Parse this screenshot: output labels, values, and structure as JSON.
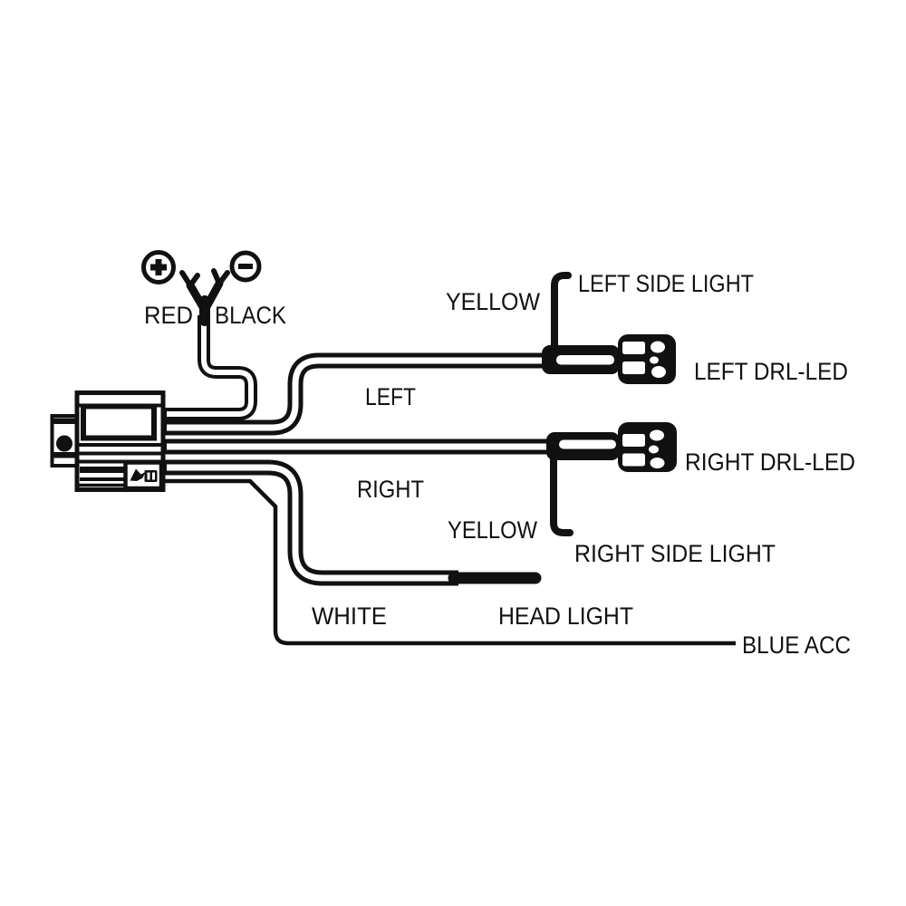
{
  "background": "#ffffff",
  "ink": "#111111",
  "icons": {
    "plus-terminal-icon": "+",
    "minus-terminal-icon": "−"
  },
  "labels": {
    "red": "RED",
    "black": "BLACK",
    "yellow_left": "YELLOW",
    "left_side_light": "LEFT SIDE LIGHT",
    "left_drl_led": "LEFT DRL-LED",
    "left": "LEFT",
    "right": "RIGHT",
    "right_drl_led": "RIGHT DRL-LED",
    "yellow_right": "YELLOW",
    "right_side_light": "RIGHT SIDE LIGHT",
    "white": "WHITE",
    "head_light": "HEAD LIGHT",
    "blue_acc": "BLUE ACC"
  }
}
